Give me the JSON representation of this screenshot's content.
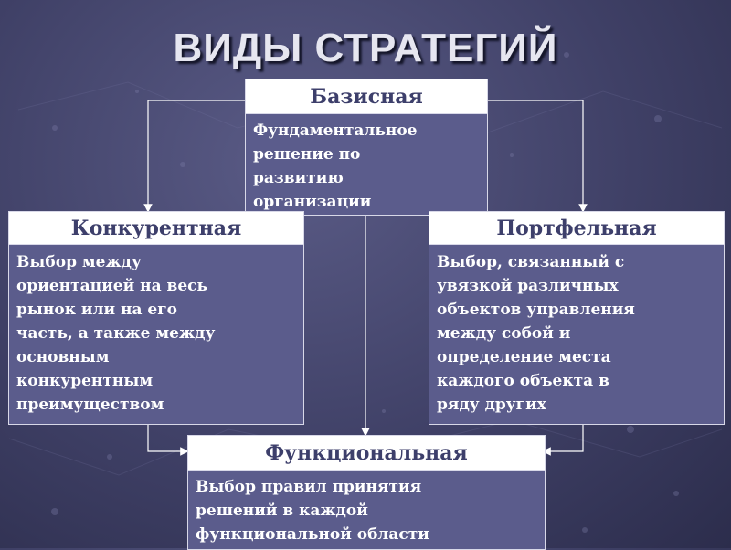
{
  "title": "ВИДЫ СТРАТЕГИЙ",
  "boxes": {
    "basic": {
      "header": "Базисная",
      "text": "Фундаментальное\nрешение по\nразвитию\nорганизации"
    },
    "competitive": {
      "header": "Конкурентная",
      "text": "Выбор между\nориентацией на весь\nрынок или на его\nчасть, а также между\nосновным\nконкурентным\nпреимуществом"
    },
    "portfolio": {
      "header": "Портфельная",
      "text": "Выбор, связанный с\nувязкой различных\nобъектов управления\nмежду собой и\nопределение места\nкаждого объекта в\nряду других"
    },
    "functional": {
      "header": "Функциональная",
      "text": "Выбор правил принятия\nрешений в каждой\nфункциональной области"
    }
  },
  "colors": {
    "background": "#45466e",
    "box_body": "#5b5c8c",
    "box_header": "#ffffff",
    "header_text": "#3d3f6b",
    "connector": "#ffffff"
  }
}
